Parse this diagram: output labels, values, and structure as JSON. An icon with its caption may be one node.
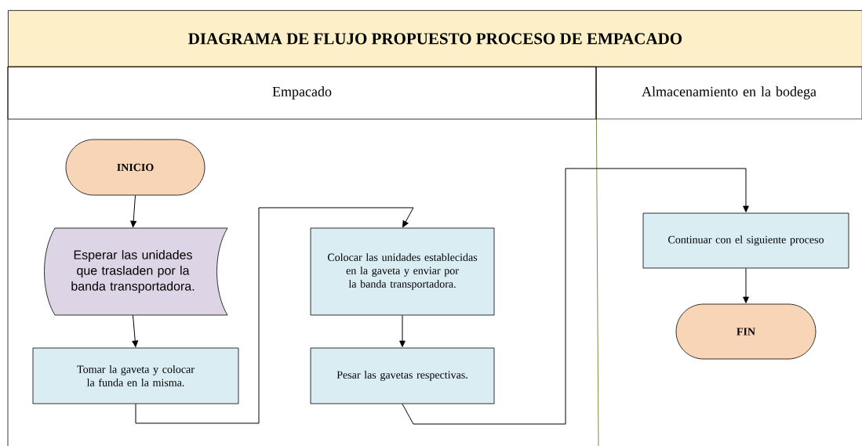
{
  "diagram": {
    "title": "DIAGRAMA DE FLUJO PROPUESTO PROCESO DE EMPACADO",
    "nodes": [
      {
        "text": [
          "Empacado"
        ]
      },
      {
        "text": [
          "Almacenamiento en la bodega"
        ]
      },
      {
        "text": [
          "INICIO"
        ]
      },
      {
        "text": [
          "Esperar las unidades que trasladen por la banda transportadora."
        ]
      },
      {
        "text": [
          "Tomar la gaveta y colocar la funda en la misma."
        ]
      },
      {
        "text": [
          "Colocar las unidades establecidas en la gaveta y enviar por la banda transportadora."
        ]
      },
      {
        "text": [
          "Pesar las gavetas respectivas."
        ]
      },
      {
        "text": [
          "Continuar con el siguiente proceso"
        ]
      },
      {
        "text": [
          "FIN"
        ]
      }
    ],
    "edges": [
      {
        "from": 2,
        "to": 3,
        "arrow": "to"
      },
      {
        "from": 3,
        "to": 4,
        "arrow": "to"
      },
      {
        "from": 4,
        "to": 5,
        "arrow": "to"
      },
      {
        "from": 5,
        "to": 6,
        "arrow": "to"
      },
      {
        "from": 6,
        "to": 7,
        "arrow": "to"
      },
      {
        "from": 7,
        "to": 8,
        "arrow": "to"
      }
    ]
  }
}
